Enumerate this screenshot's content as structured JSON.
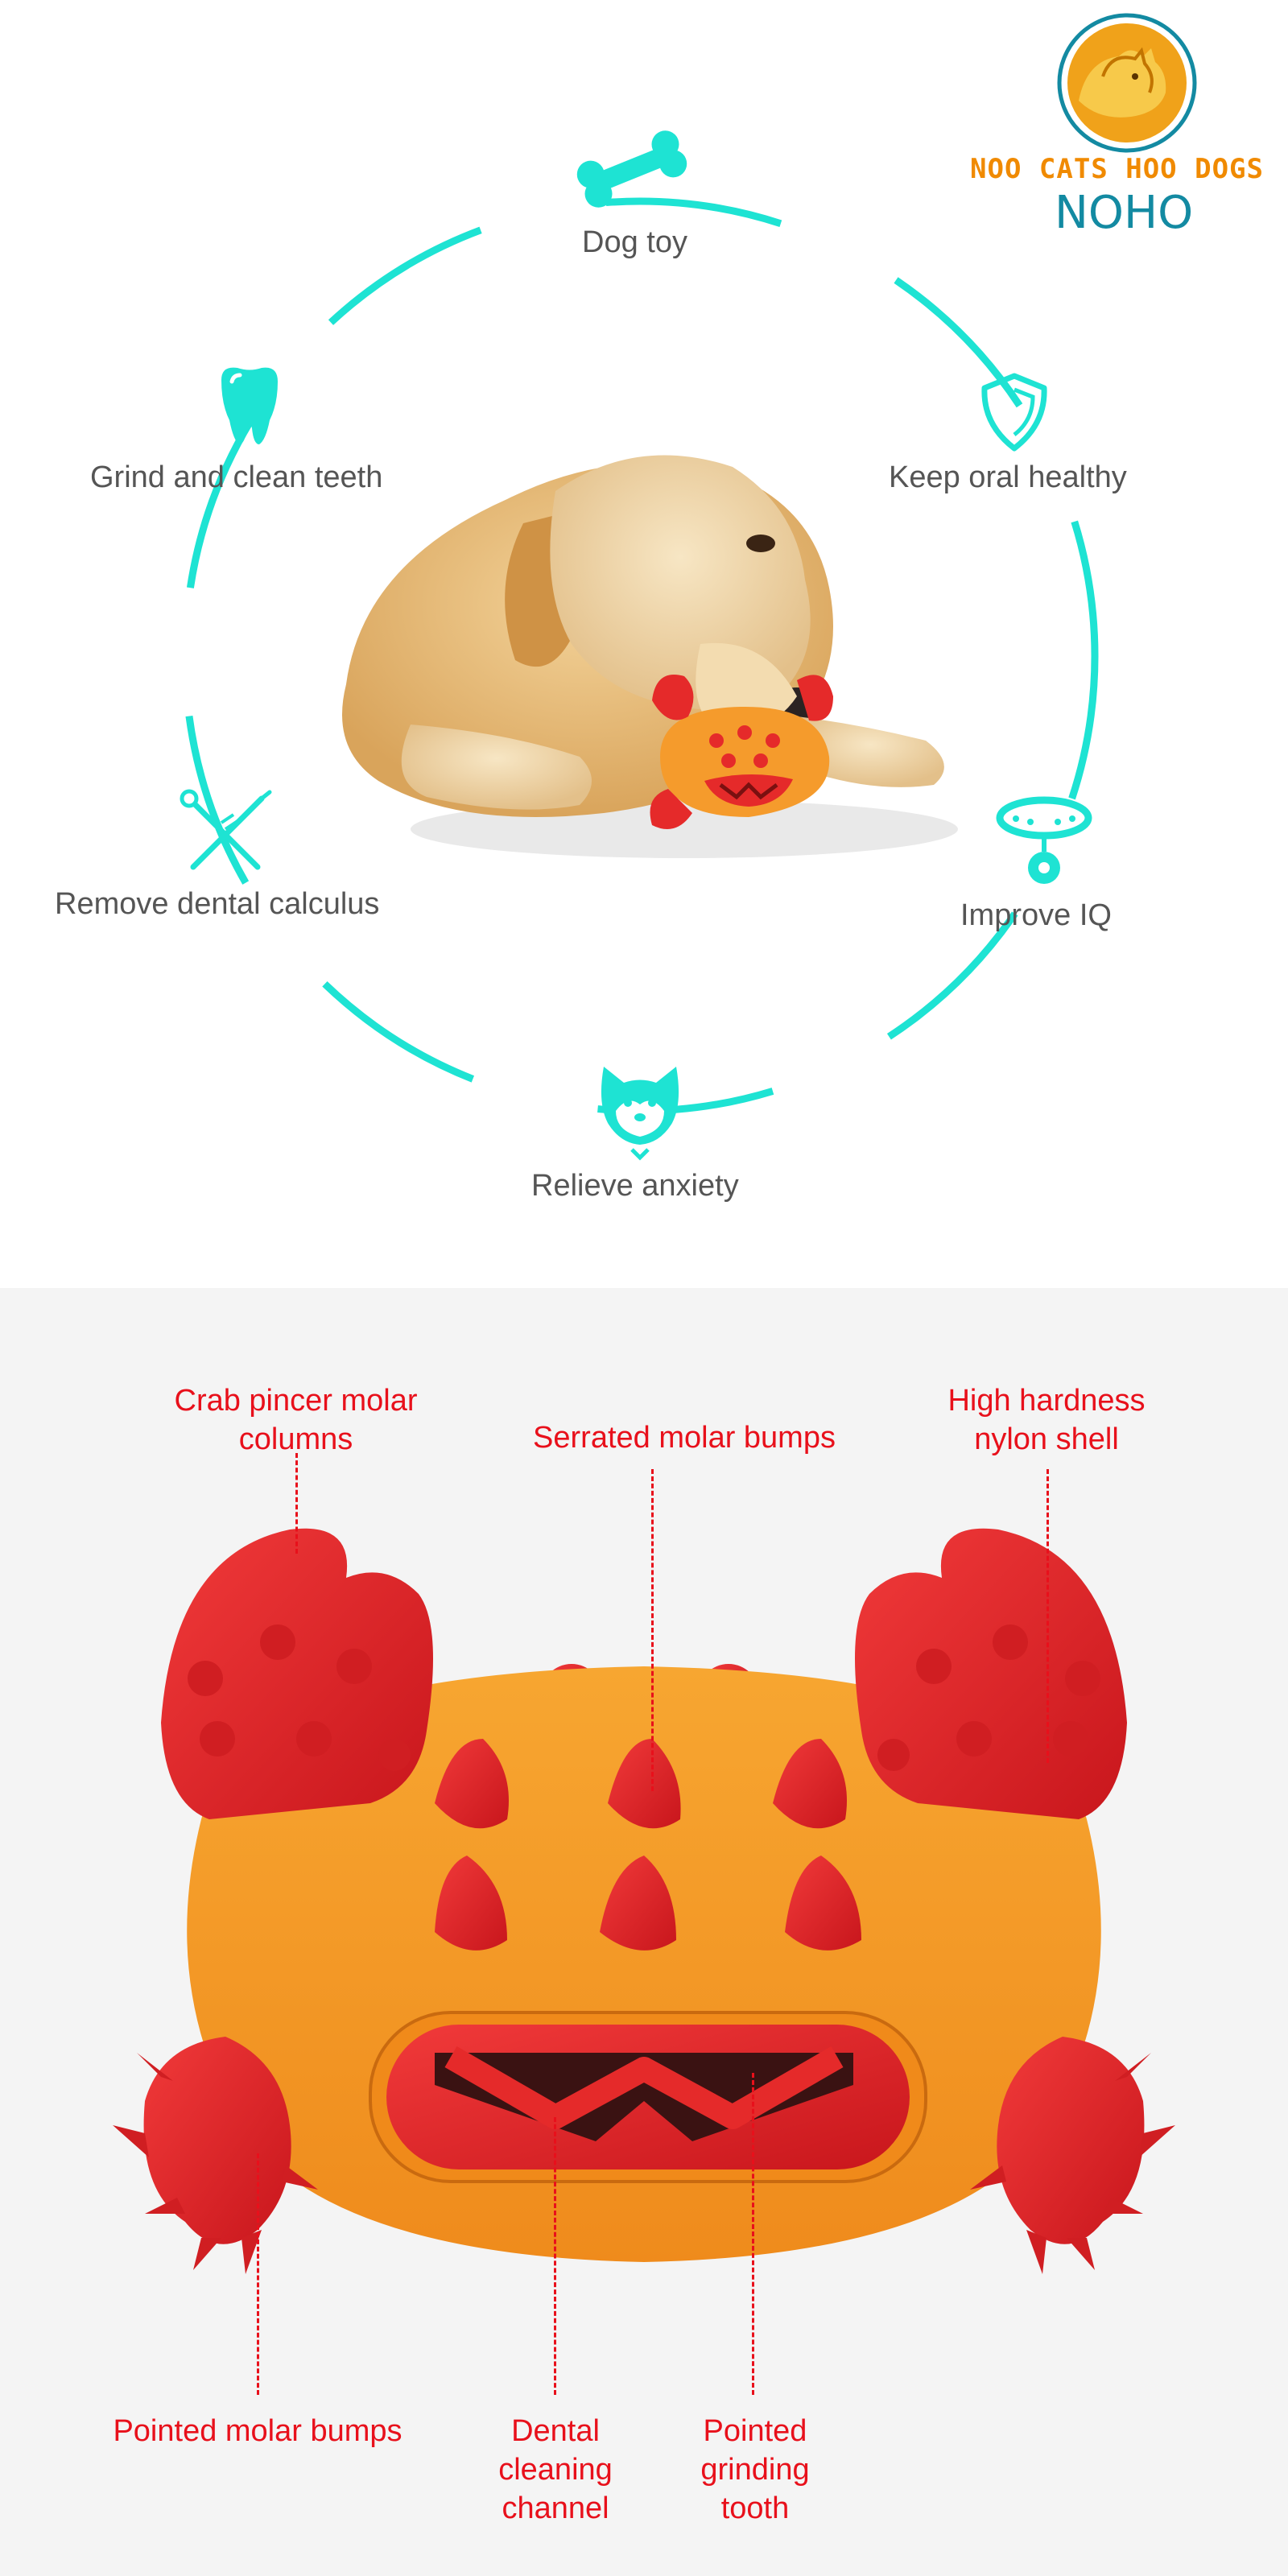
{
  "brand": {
    "tagline": "NOO CATS HOO DOGS",
    "name": "NOHO"
  },
  "features": {
    "dog_toy": "Dog toy",
    "grind_teeth": "Grind and clean teeth",
    "oral_healthy": "Keep oral healthy",
    "dental_calculus": "Remove dental calculus",
    "improve_iq": "Improve IQ",
    "relieve_anxiety": "Relieve anxiety"
  },
  "icons": {
    "dog_toy": "bone-icon",
    "grind_teeth": "tooth-icon",
    "oral_healthy": "shield-icon",
    "dental_calculus": "dental-tools-icon",
    "improve_iq": "collar-icon",
    "relieve_anxiety": "shiba-face-icon"
  },
  "callouts": {
    "crab_pincer": "Crab pincer molar columns",
    "serrated": "Serrated molar bumps",
    "nylon_shell": "High hardness nylon shell",
    "pointed_molar": "Pointed molar bumps",
    "dental_channel": "Dental cleaning channel",
    "grinding_tooth": "Pointed grinding tooth"
  },
  "colors": {
    "accent": "#1ee3d3",
    "callout": "#e8101b",
    "brand_orange": "#f08a00",
    "brand_blue": "#138aa2",
    "toy_orange": "#f59b2c",
    "toy_red": "#e52a2a"
  }
}
